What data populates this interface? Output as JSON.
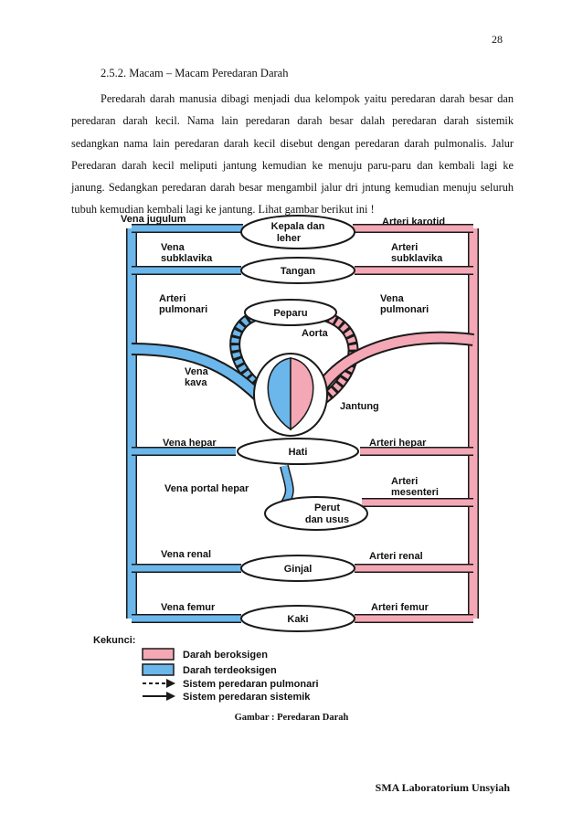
{
  "page_number": "28",
  "section_heading": "2.5.2. Macam – Macam Peredaran Darah",
  "paragraph": "Peredarah darah manusia dibagi menjadi dua kelompok yaitu peredaran darah besar dan peredaran darah kecil. Nama lain peredaran darah besar dalah peredaran darah sistemik sedangkan nama lain peredaran darah kecil disebut dengan peredaran darah pulmonalis. Jalur Peredaran darah kecil meliputi jantung kemudian ke menuju paru-paru dan kembali lagi ke janung. Sedangkan peredaran darah besar mengambil jalur dri jntung kemudian menuju seluruh tubuh kemudian kembali lagi ke jantung. Lihat gambar berikut ini !",
  "diagram": {
    "organs": {
      "head": "Kepala dan leher",
      "arms": "Tangan",
      "lungs": "Peparu",
      "liver": "Hati",
      "gut": "Perut dan usus",
      "kidney": "Ginjal",
      "legs": "Kaki"
    },
    "labels": {
      "vena_jugulum": "Vena jugulum",
      "arteri_karotid": "Arteri karotid",
      "vena_subklavika": "Vena subklavika",
      "arteri_subklavika": "Arteri subklavika",
      "arteri_pulmonari": "Arteri pulmonari",
      "vena_pulmonari": "Vena pulmonari",
      "aorta": "Aorta",
      "vena_kava": "Vena kava",
      "jantung": "Jantung",
      "vena_hepar": "Vena hepar",
      "arteri_hepar": "Arteri hepar",
      "vena_portal_hepar": "Vena portal hepar",
      "arteri_mesenteri": "Arteri mesenteri",
      "vena_renal": "Vena renal",
      "arteri_renal": "Arteri renal",
      "vena_femur": "Vena femur",
      "arteri_femur": "Arteri femur"
    },
    "legend": {
      "title": "Kekunci:",
      "oxygenated": "Darah beroksigen",
      "deoxygenated": "Darah terdeoksigen",
      "pulmonary": "Sistem peredaran pulmonari",
      "systemic": "Sistem peredaran sistemik"
    },
    "colors": {
      "oxygenated": "#f4a7b4",
      "deoxygenated": "#6bb6ea",
      "outline": "#1a1a1a"
    }
  },
  "caption": "Gambar : Peredaran Darah",
  "footer": "SMA Laboratorium Unsyiah"
}
